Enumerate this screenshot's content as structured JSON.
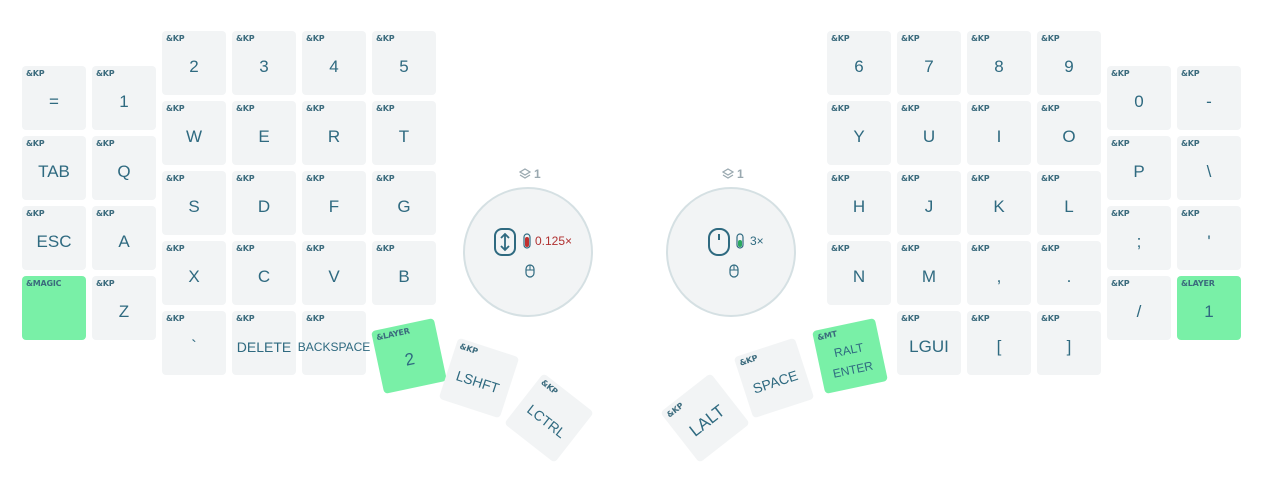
{
  "keys": [
    {
      "id": "eq",
      "behavior": "&KP",
      "label": "=",
      "green": false
    },
    {
      "id": "1",
      "behavior": "&KP",
      "label": "1",
      "green": false
    },
    {
      "id": "2",
      "behavior": "&KP",
      "label": "2",
      "green": false
    },
    {
      "id": "3",
      "behavior": "&KP",
      "label": "3",
      "green": false
    },
    {
      "id": "4",
      "behavior": "&KP",
      "label": "4",
      "green": false
    },
    {
      "id": "5",
      "behavior": "&KP",
      "label": "5",
      "green": false
    },
    {
      "id": "6",
      "behavior": "&KP",
      "label": "6",
      "green": false
    },
    {
      "id": "7",
      "behavior": "&KP",
      "label": "7",
      "green": false
    },
    {
      "id": "8",
      "behavior": "&KP",
      "label": "8",
      "green": false
    },
    {
      "id": "9",
      "behavior": "&KP",
      "label": "9",
      "green": false
    },
    {
      "id": "0",
      "behavior": "&KP",
      "label": "0",
      "green": false
    },
    {
      "id": "minus",
      "behavior": "&KP",
      "label": "-",
      "green": false
    },
    {
      "id": "tab",
      "behavior": "&KP",
      "label": "TAB",
      "green": false
    },
    {
      "id": "q",
      "behavior": "&KP",
      "label": "Q",
      "green": false
    },
    {
      "id": "w",
      "behavior": "&KP",
      "label": "W",
      "green": false
    },
    {
      "id": "e",
      "behavior": "&KP",
      "label": "E",
      "green": false
    },
    {
      "id": "r",
      "behavior": "&KP",
      "label": "R",
      "green": false
    },
    {
      "id": "t",
      "behavior": "&KP",
      "label": "T",
      "green": false
    },
    {
      "id": "y",
      "behavior": "&KP",
      "label": "Y",
      "green": false
    },
    {
      "id": "u",
      "behavior": "&KP",
      "label": "U",
      "green": false
    },
    {
      "id": "i",
      "behavior": "&KP",
      "label": "I",
      "green": false
    },
    {
      "id": "o",
      "behavior": "&KP",
      "label": "O",
      "green": false
    },
    {
      "id": "p",
      "behavior": "&KP",
      "label": "P",
      "green": false
    },
    {
      "id": "bslash",
      "behavior": "&KP",
      "label": "\\",
      "green": false
    },
    {
      "id": "esc",
      "behavior": "&KP",
      "label": "ESC",
      "green": false
    },
    {
      "id": "a",
      "behavior": "&KP",
      "label": "A",
      "green": false
    },
    {
      "id": "s",
      "behavior": "&KP",
      "label": "S",
      "green": false
    },
    {
      "id": "d",
      "behavior": "&KP",
      "label": "D",
      "green": false
    },
    {
      "id": "f",
      "behavior": "&KP",
      "label": "F",
      "green": false
    },
    {
      "id": "g",
      "behavior": "&KP",
      "label": "G",
      "green": false
    },
    {
      "id": "h",
      "behavior": "&KP",
      "label": "H",
      "green": false
    },
    {
      "id": "j",
      "behavior": "&KP",
      "label": "J",
      "green": false
    },
    {
      "id": "k",
      "behavior": "&KP",
      "label": "K",
      "green": false
    },
    {
      "id": "l",
      "behavior": "&KP",
      "label": "L",
      "green": false
    },
    {
      "id": "semi",
      "behavior": "&KP",
      "label": ";",
      "green": false
    },
    {
      "id": "quote",
      "behavior": "&KP",
      "label": "'",
      "green": false
    },
    {
      "id": "magic",
      "behavior": "&MAGIC",
      "label": "",
      "green": true
    },
    {
      "id": "z",
      "behavior": "&KP",
      "label": "Z",
      "green": false
    },
    {
      "id": "x",
      "behavior": "&KP",
      "label": "X",
      "green": false
    },
    {
      "id": "c",
      "behavior": "&KP",
      "label": "C",
      "green": false
    },
    {
      "id": "v",
      "behavior": "&KP",
      "label": "V",
      "green": false
    },
    {
      "id": "b",
      "behavior": "&KP",
      "label": "B",
      "green": false
    },
    {
      "id": "n",
      "behavior": "&KP",
      "label": "N",
      "green": false
    },
    {
      "id": "m",
      "behavior": "&KP",
      "label": "M",
      "green": false
    },
    {
      "id": "comma",
      "behavior": "&KP",
      "label": ",",
      "green": false
    },
    {
      "id": "dot",
      "behavior": "&KP",
      "label": ".",
      "green": false
    },
    {
      "id": "slash",
      "behavior": "&KP",
      "label": "/",
      "green": false
    },
    {
      "id": "layer1",
      "behavior": "&LAYER",
      "label": "1",
      "green": true
    },
    {
      "id": "grave",
      "behavior": "&KP",
      "label": "`",
      "green": false
    },
    {
      "id": "delete",
      "behavior": "&KP",
      "label": "DELETE",
      "green": false
    },
    {
      "id": "backspace",
      "behavior": "&KP",
      "label": "BACKSPACE",
      "green": false
    },
    {
      "id": "lgui",
      "behavior": "&KP",
      "label": "LGUI",
      "green": false
    },
    {
      "id": "lbracket",
      "behavior": "&KP",
      "label": "[",
      "green": false
    },
    {
      "id": "rbracket",
      "behavior": "&KP",
      "label": "]",
      "green": false
    },
    {
      "id": "layer2",
      "behavior": "&LAYER",
      "label": "2",
      "green": true
    },
    {
      "id": "lshft",
      "behavior": "&KP",
      "label": "LSHFT",
      "green": false
    },
    {
      "id": "lctrl",
      "behavior": "&KP",
      "label": "LCTRL",
      "green": false
    },
    {
      "id": "lalt",
      "behavior": "&KP",
      "label": "LALT",
      "green": false
    },
    {
      "id": "space",
      "behavior": "&KP",
      "label": "SPACE",
      "green": false
    },
    {
      "id": "raltenter",
      "behavior": "&MT",
      "label": "RALT\nENTER",
      "green": true
    }
  ],
  "widgets": {
    "left": {
      "layer": "1",
      "value": "0.125×",
      "value_color": "#b03030",
      "mode_icon": "scroll-icon"
    },
    "right": {
      "layer": "1",
      "value": "3×",
      "value_color": "#2f6a80",
      "mode_icon": "mouse-icon"
    }
  },
  "colors": {
    "key_bg": "#f2f4f5",
    "key_active": "#79f0a7",
    "label": "#2f6a80"
  }
}
